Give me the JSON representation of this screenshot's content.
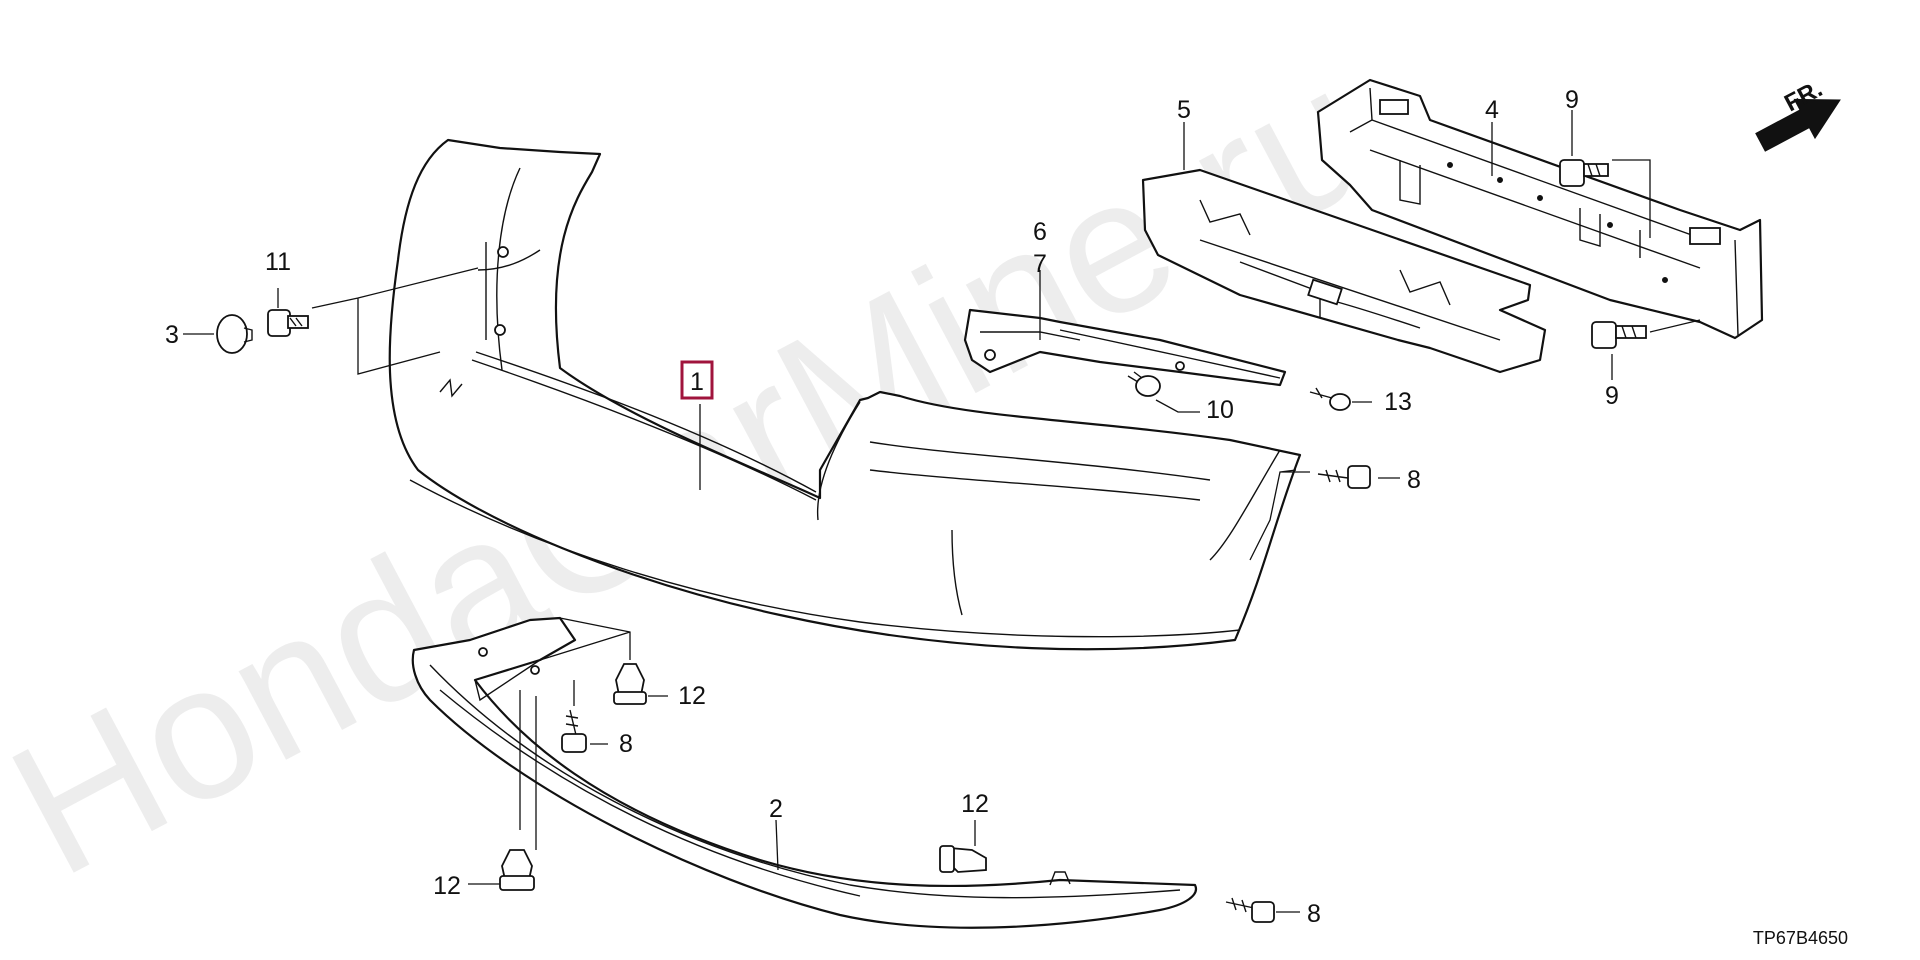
{
  "watermark": "HondaCarMine.ru",
  "direction_marker": "FR.",
  "diagram_code": "TP67B4650",
  "callouts": {
    "part_1": "1",
    "part_2": "2",
    "part_3": "3",
    "part_4": "4",
    "part_5": "5",
    "part_6": "6",
    "part_7": "7",
    "part_8_mid": "8",
    "part_8_left": "8",
    "part_8_bottom": "8",
    "part_9_top": "9",
    "part_9_bottom": "9",
    "part_10": "10",
    "part_11": "11",
    "part_12_upper": "12",
    "part_12_left": "12",
    "part_12_right": "12",
    "part_13": "13"
  },
  "highlight_color": "#a0143c"
}
